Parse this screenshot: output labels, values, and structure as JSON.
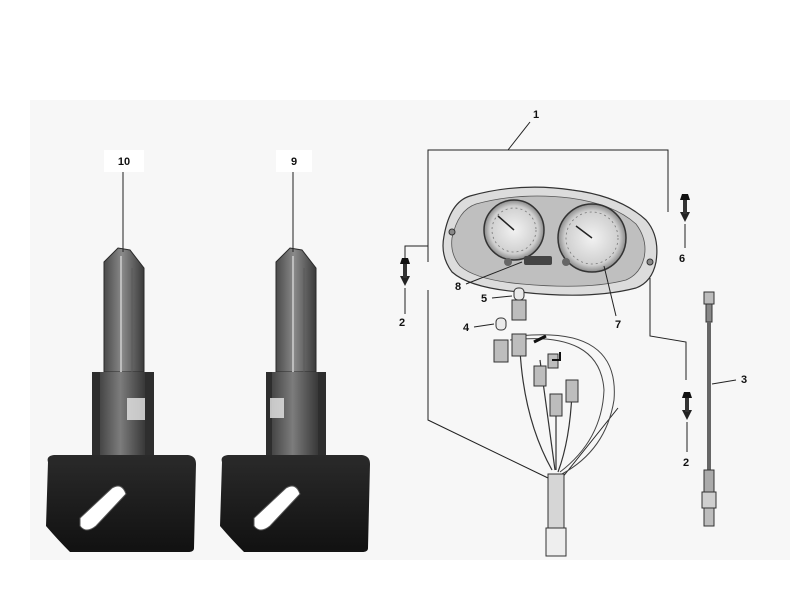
{
  "diagram": {
    "callouts": {
      "c1": "1",
      "c2a": "2",
      "c2b": "2",
      "c3": "3",
      "c4": "4",
      "c5": "5",
      "c6": "6",
      "c7": "7",
      "c8": "8",
      "c9": "9",
      "c10": "10"
    }
  }
}
